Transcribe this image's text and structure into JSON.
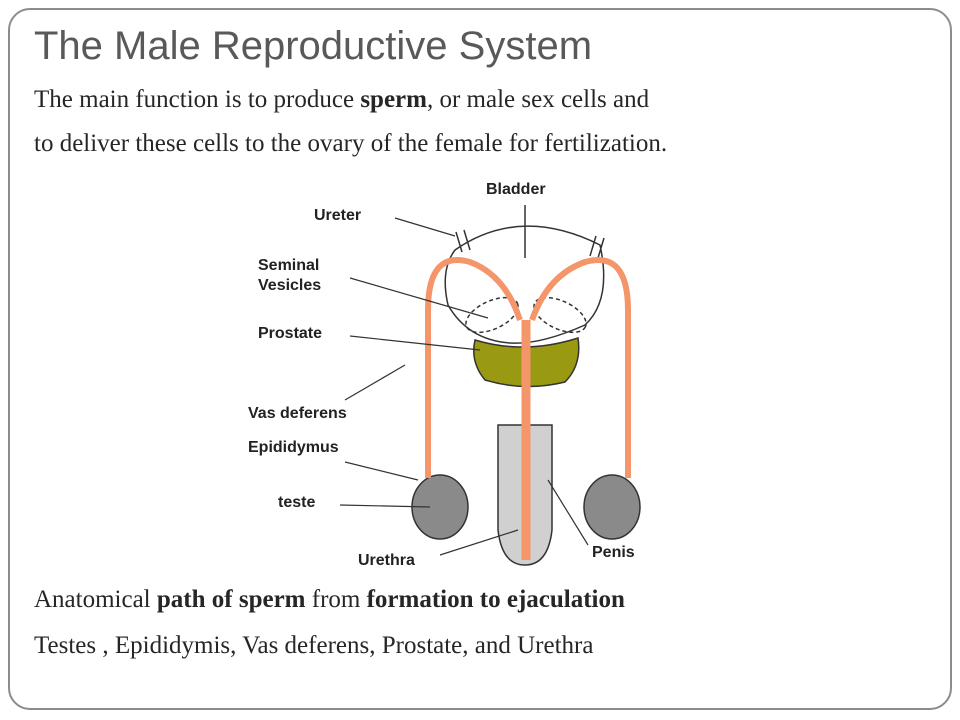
{
  "slide": {
    "title": "The Male Reproductive System",
    "intro": {
      "line1_before": "The main function is to produce ",
      "line1_bold": "sperm",
      "line1_after": ", or male sex cells and",
      "line2": "to deliver these cells to the ovary of the female for fertilization."
    },
    "path": {
      "line1_a": "Anatomical ",
      "line1_b": "path of sperm",
      "line1_c": " from ",
      "line1_d": "formation to ejaculation",
      "line2": "Testes , Epididymis, Vas deferens, Prostate, and Urethra"
    }
  },
  "diagram": {
    "labels": {
      "bladder": "Bladder",
      "ureter": "Ureter",
      "seminal1": "Seminal",
      "seminal2": "Vesicles",
      "prostate": "Prostate",
      "vas": "Vas deferens",
      "epididymus": "Epididymus",
      "teste": "teste",
      "urethra": "Urethra",
      "penis": "Penis"
    },
    "colors": {
      "duct": "#f4956a",
      "prostate": "#9a9a12",
      "testis": "#8a8a8a",
      "shaft": "#d0d0d0",
      "outline": "#333333"
    }
  }
}
